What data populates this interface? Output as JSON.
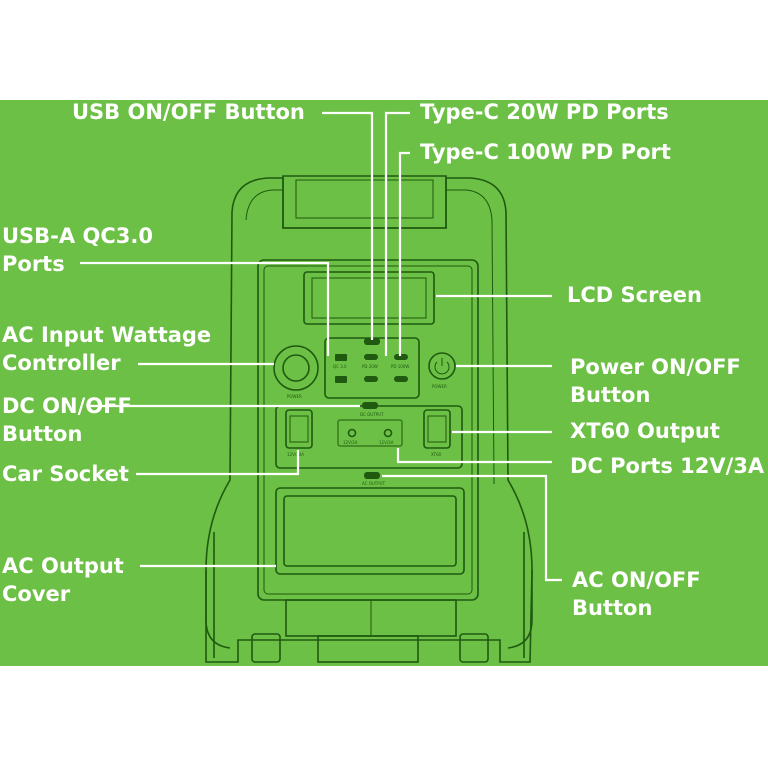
{
  "callouts": {
    "usb_button": "USB ON/OFF Button",
    "typec_20w": "Type-C 20W PD Ports",
    "typec_100w": "Type-C 100W PD Port",
    "usba": [
      "USB-A QC3.0",
      "Ports"
    ],
    "lcd": "LCD Screen",
    "ac_input": [
      "AC Input Wattage",
      "Controller"
    ],
    "power": [
      "Power ON/OFF",
      "Button"
    ],
    "dc_button": [
      "DC ON/OFF",
      "Button"
    ],
    "xt60": "XT60 Output",
    "car_socket": "Car Socket",
    "dc_ports": "DC Ports 12V/3A",
    "ac_cover": [
      "AC Output",
      "Cover"
    ],
    "ac_button": [
      "AC ON/OFF",
      "Button"
    ]
  },
  "device_text": {
    "power": "POWER",
    "typec_pd": "PD 20W",
    "typec_100w": "PD 100W",
    "usb_qc": "QC 3.0",
    "dc_output": "DC OUTPUT",
    "xt60": "XT60",
    "car": "12V/10A",
    "dc1": "12V/3A",
    "dc2": "12V/3A",
    "ac_output": "AC OUTPUT",
    "dial": "POWER"
  },
  "colors": {
    "background": "#6cc045",
    "label_text": "#ffffff",
    "device_outline": "#1f5a10"
  }
}
